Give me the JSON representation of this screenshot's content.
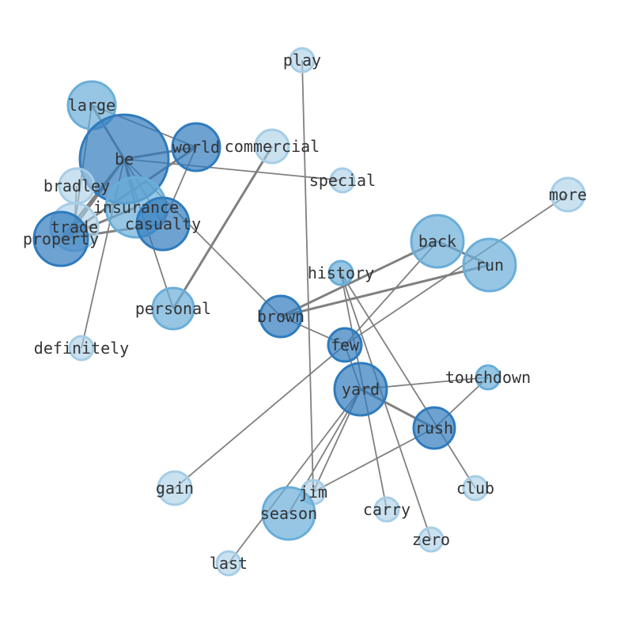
{
  "palette": {
    "light": "#a6cde6",
    "mid": "#6aaed8",
    "dark": "#2f7bbd",
    "edge": "#808080",
    "label": "#333333"
  },
  "nodes": [
    {
      "id": "play",
      "label": "play",
      "tone": "light"
    },
    {
      "id": "large",
      "label": "large",
      "tone": "mid"
    },
    {
      "id": "world",
      "label": "world",
      "tone": "dark"
    },
    {
      "id": "commercial",
      "label": "commercial",
      "tone": "light"
    },
    {
      "id": "be",
      "label": "be",
      "tone": "dark"
    },
    {
      "id": "special",
      "label": "special",
      "tone": "light"
    },
    {
      "id": "bradley",
      "label": "bradley",
      "tone": "light"
    },
    {
      "id": "insurance",
      "label": "insurance",
      "tone": "mid"
    },
    {
      "id": "casualty",
      "label": "casualty",
      "tone": "dark"
    },
    {
      "id": "trade",
      "label": "trade",
      "tone": "light"
    },
    {
      "id": "property",
      "label": "property",
      "tone": "dark"
    },
    {
      "id": "more",
      "label": "more",
      "tone": "light"
    },
    {
      "id": "back",
      "label": "back",
      "tone": "mid"
    },
    {
      "id": "run",
      "label": "run",
      "tone": "mid"
    },
    {
      "id": "history",
      "label": "history",
      "tone": "mid"
    },
    {
      "id": "personal",
      "label": "personal",
      "tone": "mid"
    },
    {
      "id": "brown",
      "label": "brown",
      "tone": "dark"
    },
    {
      "id": "definitely",
      "label": "definitely",
      "tone": "light"
    },
    {
      "id": "few",
      "label": "few",
      "tone": "dark"
    },
    {
      "id": "touchdown",
      "label": "touchdown",
      "tone": "mid"
    },
    {
      "id": "yard",
      "label": "yard",
      "tone": "dark"
    },
    {
      "id": "rush",
      "label": "rush",
      "tone": "dark"
    },
    {
      "id": "gain",
      "label": "gain",
      "tone": "light"
    },
    {
      "id": "jim",
      "label": "jim",
      "tone": "light"
    },
    {
      "id": "club",
      "label": "club",
      "tone": "light"
    },
    {
      "id": "carry",
      "label": "carry",
      "tone": "light"
    },
    {
      "id": "season",
      "label": "season",
      "tone": "mid"
    },
    {
      "id": "zero",
      "label": "zero",
      "tone": "light"
    },
    {
      "id": "last",
      "label": "last",
      "tone": "light"
    }
  ],
  "edges": [
    [
      "large",
      "be"
    ],
    [
      "large",
      "world"
    ],
    [
      "large",
      "trade"
    ],
    [
      "large",
      "casualty"
    ],
    [
      "be",
      "world"
    ],
    [
      "be",
      "special"
    ],
    [
      "be",
      "insurance"
    ],
    [
      "be",
      "property"
    ],
    [
      "be",
      "personal"
    ],
    [
      "be",
      "brown"
    ],
    [
      "be",
      "trade"
    ],
    [
      "be",
      "definitely"
    ],
    [
      "world",
      "property"
    ],
    [
      "world",
      "casualty"
    ],
    [
      "insurance",
      "property"
    ],
    [
      "casualty",
      "property"
    ],
    [
      "bradley",
      "trade"
    ],
    [
      "commercial",
      "personal"
    ],
    [
      "play",
      "jim"
    ],
    [
      "brown",
      "back"
    ],
    [
      "brown",
      "run"
    ],
    [
      "brown",
      "few"
    ],
    [
      "back",
      "run"
    ],
    [
      "back",
      "few"
    ],
    [
      "more",
      "few"
    ],
    [
      "history",
      "carry"
    ],
    [
      "history",
      "club"
    ],
    [
      "history",
      "zero"
    ],
    [
      "few",
      "gain"
    ],
    [
      "few",
      "yard"
    ],
    [
      "yard",
      "rush"
    ],
    [
      "yard",
      "touchdown"
    ],
    [
      "yard",
      "season"
    ],
    [
      "yard",
      "last"
    ],
    [
      "yard",
      "jim"
    ],
    [
      "rush",
      "jim"
    ],
    [
      "rush",
      "touchdown"
    ]
  ]
}
